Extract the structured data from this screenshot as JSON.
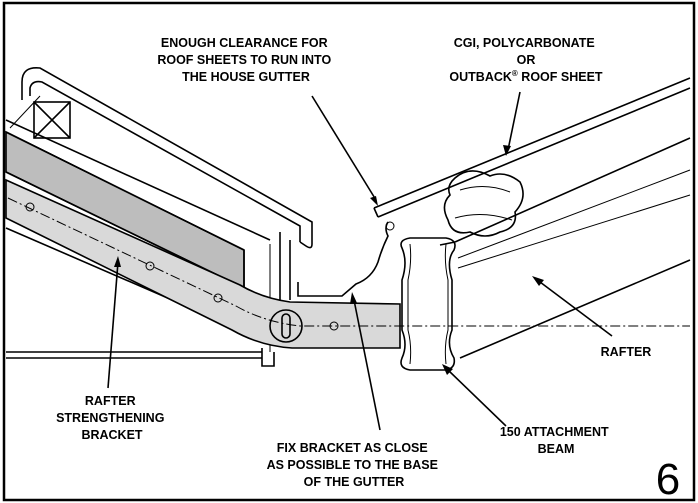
{
  "labels": {
    "clearance": [
      "ENOUGH CLEARANCE FOR",
      "ROOF SHEETS TO RUN INTO",
      "THE HOUSE GUTTER"
    ],
    "sheet_line1": "CGI, POLYCARBONATE",
    "sheet_line2": "OR",
    "sheet_line3_a": "OUTBACK",
    "sheet_line3_sup": "®",
    "sheet_line3_b": " ROOF SHEET",
    "rafter": "RAFTER",
    "strengthening": [
      "RAFTER",
      "STRENGTHENING",
      "BRACKET"
    ],
    "fix": [
      "FIX BRACKET AS CLOSE",
      "AS POSSIBLE TO THE BASE",
      "OF THE GUTTER"
    ],
    "beam": [
      "150 ATTACHMENT",
      "BEAM"
    ]
  },
  "figure_number": "6",
  "colors": {
    "ink": "#000000",
    "bracket_fill": "#d9d9d9",
    "band_fill": "#bdbdbd",
    "paper": "#ffffff"
  }
}
